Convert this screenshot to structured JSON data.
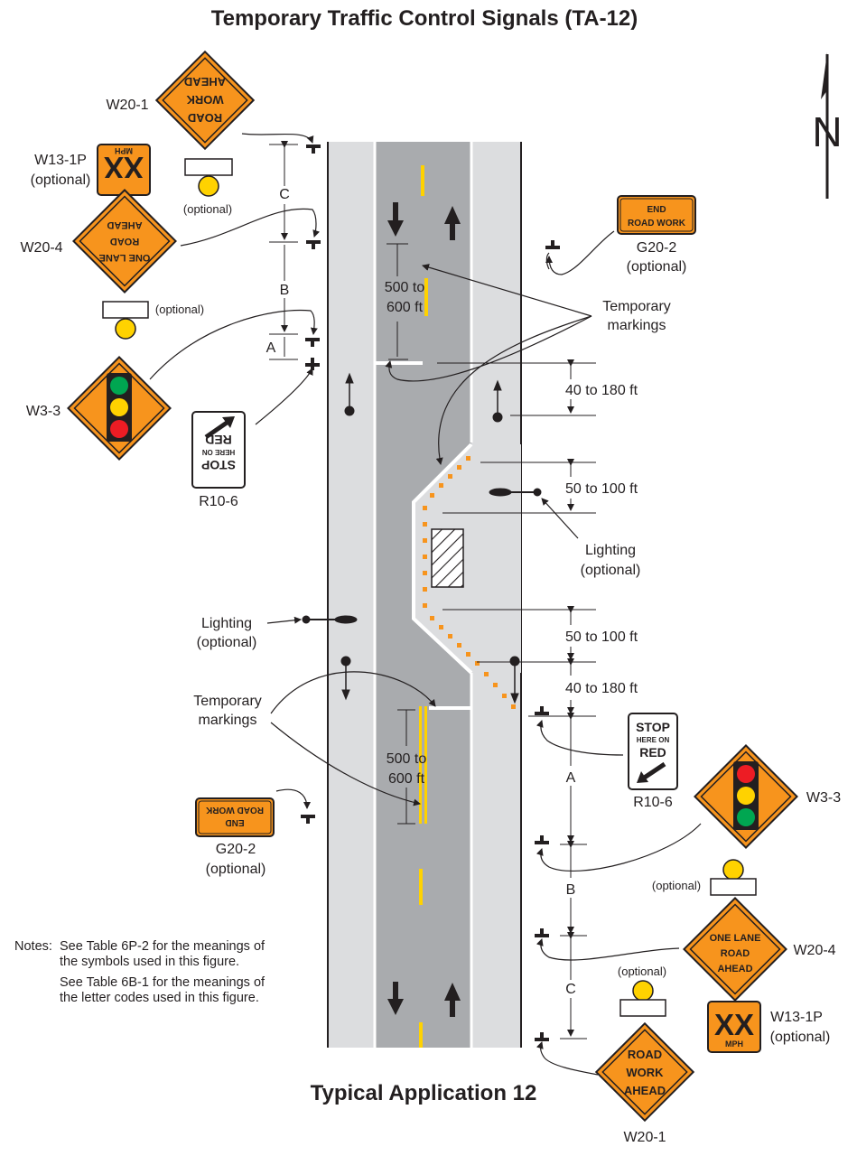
{
  "title": "Temporary Traffic Control Signals (TA-12)",
  "caption": "Typical Application 12",
  "north": "N",
  "notes": {
    "prefix": "Notes:",
    "line1": "See Table 6P-2 for the meanings of",
    "line2": "the symbols used in this figure.",
    "line3": "See Table 6B-1 for the meanings of",
    "line4": "the letter codes used in this figure."
  },
  "codes": {
    "w20_1": "W20-1",
    "w13_1p": "W13-1P",
    "optional": "(optional)",
    "w20_4": "W20-4",
    "w3_3": "W3-3",
    "r10_6": "R10-6",
    "g20_2": "G20-2",
    "optional_bare": "(optional)"
  },
  "signs": {
    "road_work_ahead": [
      "ROAD",
      "WORK",
      "AHEAD"
    ],
    "one_lane_road_ahead": [
      "ONE LANE",
      "ROAD",
      "AHEAD"
    ],
    "end_road_work": [
      "END",
      "ROAD WORK"
    ],
    "stop_here_on_red": [
      "STOP",
      "HERE ON",
      "RED"
    ],
    "speed": "XX",
    "mph": "MPH"
  },
  "dims": {
    "a": "A",
    "b": "B",
    "c": "C",
    "d500a": "500 to",
    "d600": "600 ft",
    "d40_180": "40 to 180 ft",
    "d50_100": "50 to 100 ft"
  },
  "labels": {
    "temp1": "Temporary",
    "temp2": "markings",
    "light1": "Lighting",
    "light2": "(optional)"
  },
  "colors": {
    "orange": "#f7941d",
    "yellow": "#ffd200",
    "shoulder": "#dcdddf",
    "lane": "#a9abae",
    "signal_red": "#ed1c24",
    "signal_green": "#00a651"
  }
}
